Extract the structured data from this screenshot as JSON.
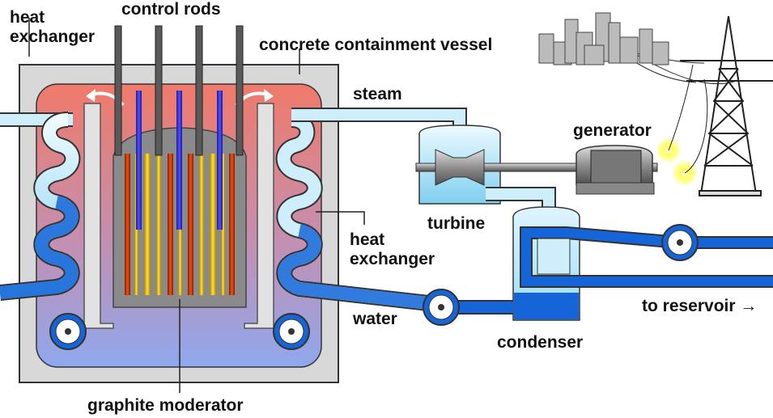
{
  "labels": {
    "heat_exchanger_left": "heat\nexchanger",
    "control_rods": "control rods",
    "containment_vessel": "concrete containment vessel",
    "steam": "steam",
    "generator": "generator",
    "turbine": "turbine",
    "heat_exchanger_right": "heat\nexchanger",
    "to_reservoir": "to reservoir →",
    "water": "water",
    "condenser": "condenser",
    "graphite_moderator": "graphite moderator"
  },
  "colors": {
    "vessel": "#d8d8d8",
    "hot_top": "#f07a6a",
    "cold_bottom": "#8fa8ee",
    "steam_pipe": "#cdeefa",
    "water_pipe": "#1565d8",
    "rod_grey": "#5a5a5a",
    "control_rod_blue": "#3030c8",
    "fuel_yellow": "#e8c000",
    "fuel_red": "#c83010",
    "moderator_grey": "#8a8a8a"
  },
  "icons": [
    "pump-icon",
    "power-pylon-icon",
    "city-buildings-icon",
    "spark-icon"
  ]
}
